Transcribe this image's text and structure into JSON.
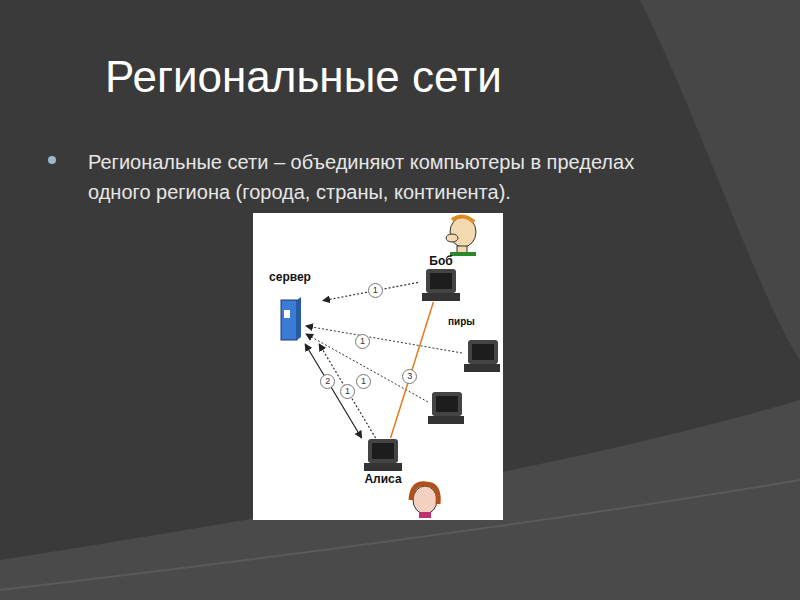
{
  "diagram": {
    "title": "Региональные сети",
    "nodes": [
      {
        "text": [
          "сервер"
        ]
      },
      {
        "text": [
          "Боб"
        ]
      },
      {
        "text": [
          "Алиса"
        ]
      }
    ],
    "edges": [
      {
        "from": 1,
        "to": 0,
        "arrow": "to",
        "label": "1"
      },
      {
        "from": 2,
        "to": 0,
        "arrow": "to",
        "label": "1"
      },
      {
        "from": 2,
        "to": 0,
        "arrow": "both",
        "label": "2"
      },
      {
        "from": 2,
        "to": 1,
        "arrow": "none",
        "label": "3"
      }
    ],
    "labels": [
      "Региональные сети – объединяют компьютеры в пределах одного региона (города, страны, континента).",
      "пиры",
      "1",
      "1"
    ]
  }
}
